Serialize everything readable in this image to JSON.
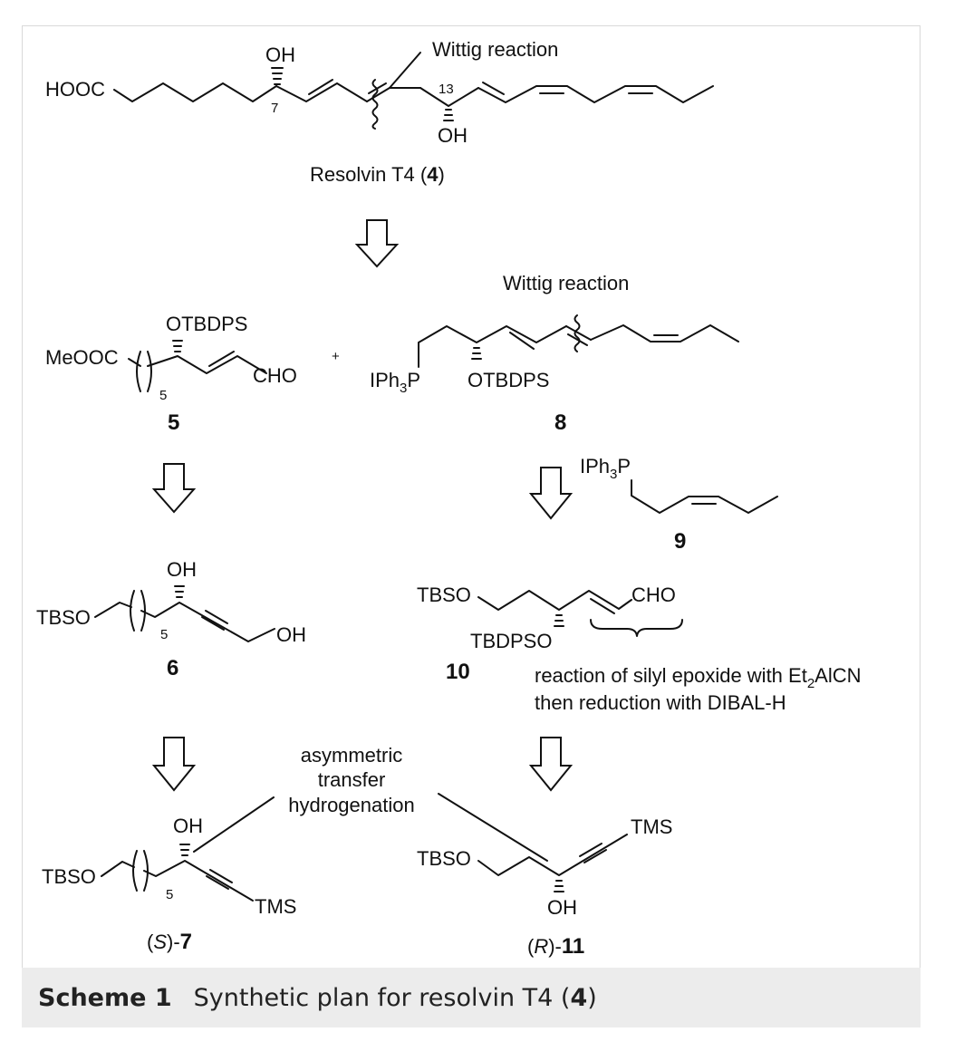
{
  "reaction_labels": {
    "wittig": "Wittig reaction",
    "asymmetric": [
      "asymmetric",
      "transfer",
      "hydrogenation"
    ],
    "epoxide": [
      "reaction of silyl epoxide with Et",
      "AlCN"
    ],
    "epoxide_sub": "2",
    "reduction": "then reduction with DIBAL-H"
  },
  "atoms": {
    "HOOC": "HOOC",
    "OH": "OH",
    "pos7": "7",
    "pos13": "13",
    "OTBDPS": "OTBDPS",
    "MeOOC": "MeOOC",
    "CHO": "CHO",
    "sub5": "5",
    "IPh": "IPh",
    "sub3": "3",
    "P": "P",
    "TBSO": "TBSO",
    "TBDPSO": "TBDPSO",
    "TMS": "TMS",
    "plus": "+"
  },
  "compounds": {
    "c4_label": [
      "Resolvin T4 (",
      "4",
      ")"
    ],
    "c5": "5",
    "c8": "8",
    "c9": "9",
    "c6": "6",
    "c10": "10",
    "c7_label": [
      "(",
      "S",
      ")-",
      "7"
    ],
    "c11_label": [
      "(",
      "R",
      ")-",
      "11"
    ]
  },
  "caption": {
    "label": "Scheme 1",
    "text": "Synthetic plan for resolvin T4 (",
    "bold": "4",
    "end": ")"
  }
}
